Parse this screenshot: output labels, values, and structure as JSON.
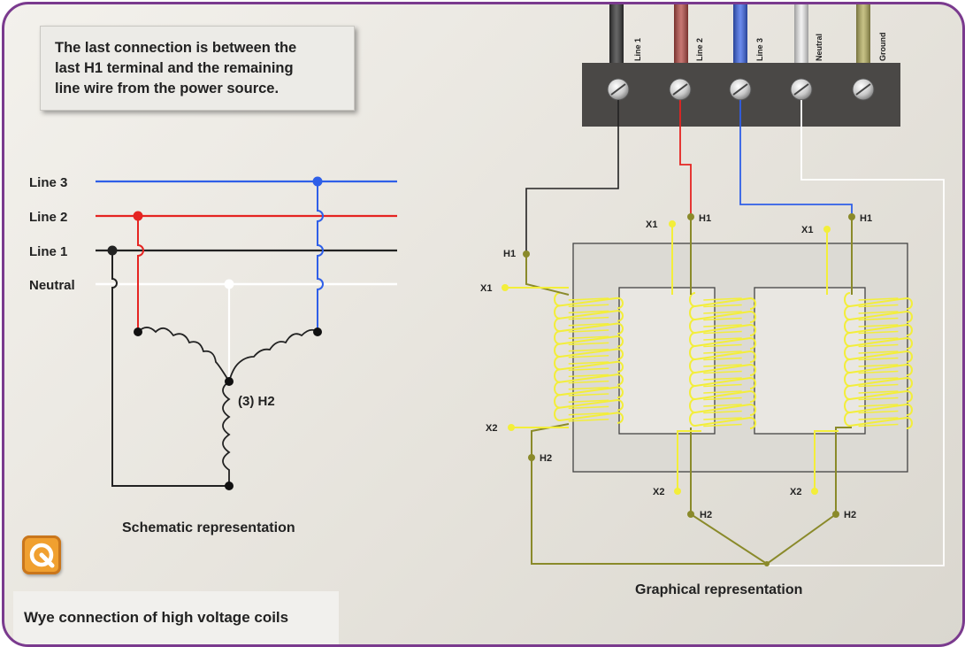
{
  "note": {
    "line1": "The last connection is between the",
    "line2": "last H1 terminal and the remaining",
    "line3": "line wire from the power source."
  },
  "schematic": {
    "line3_label": "Line 3",
    "line2_label": "Line 2",
    "line1_label": "Line 1",
    "neutral_label": "Neutral",
    "h2_label": "(3) H2",
    "title": "Schematic representation"
  },
  "graphical": {
    "terminals": [
      "Line 1",
      "Line 2",
      "Line 3",
      "Neutral",
      "Ground"
    ],
    "h1": "H1",
    "h2": "H2",
    "x1": "X1",
    "x2": "X2",
    "title": "Graphical representation"
  },
  "caption": "Wye connection of high voltage coils",
  "colors": {
    "line1": "#222222",
    "line2": "#e52421",
    "line3": "#2f5fe8",
    "neutral": "#ffffff",
    "ground": "#a9a455",
    "hv_wire": "#8a8a2a",
    "lv_coil": "#f3ee3a",
    "frame": "#7a3a8e",
    "terminal_block": "#4a4846"
  },
  "icons": {
    "replay": "replay-icon"
  }
}
